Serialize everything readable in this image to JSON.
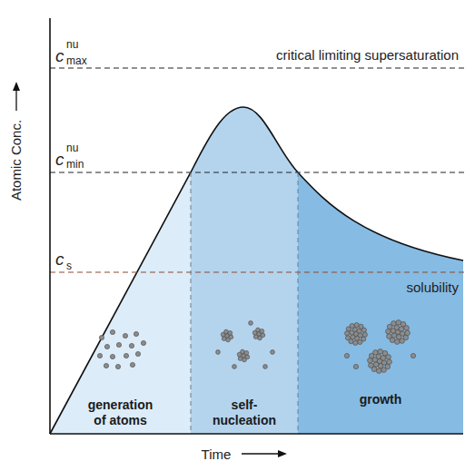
{
  "diagram": {
    "nodes": [
      {
        "text": [
          "generation of atoms"
        ]
      },
      {
        "text": [
          "self- nucleation"
        ]
      },
      {
        "text": [
          "growth"
        ]
      }
    ],
    "labels": [
      "critical limiting supersaturation",
      "solubility",
      "Atomic Conc.",
      "Time",
      "c",
      "nu",
      "max",
      "c",
      "nu",
      "min",
      "c",
      "s"
    ]
  }
}
